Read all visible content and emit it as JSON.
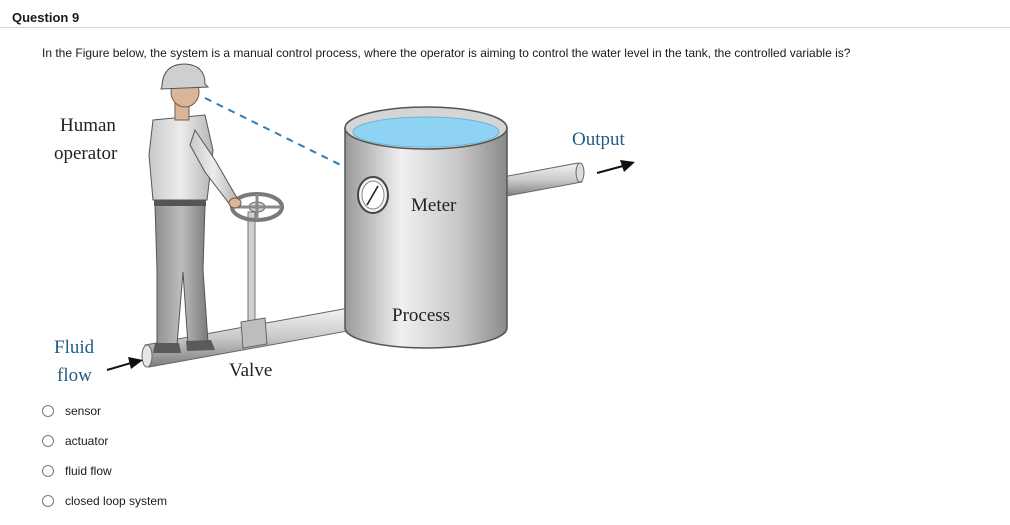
{
  "question": {
    "title": "Question 9",
    "text": "In the Figure below, the system is a manual control process, where the operator is aiming to control the water level in the tank, the controlled variable is?"
  },
  "figure": {
    "labels": {
      "human": "Human",
      "operator": "operator",
      "output": "Output",
      "meter": "Meter",
      "process": "Process",
      "fluid": "Fluid",
      "flow": "flow",
      "valve": "Valve"
    },
    "colors": {
      "label_blue": "#1f5d88",
      "water": "#8fd3f4",
      "arrow": "#111111"
    }
  },
  "options": [
    {
      "label": "sensor"
    },
    {
      "label": "actuator"
    },
    {
      "label": "fluid flow"
    },
    {
      "label": "closed loop system"
    }
  ]
}
